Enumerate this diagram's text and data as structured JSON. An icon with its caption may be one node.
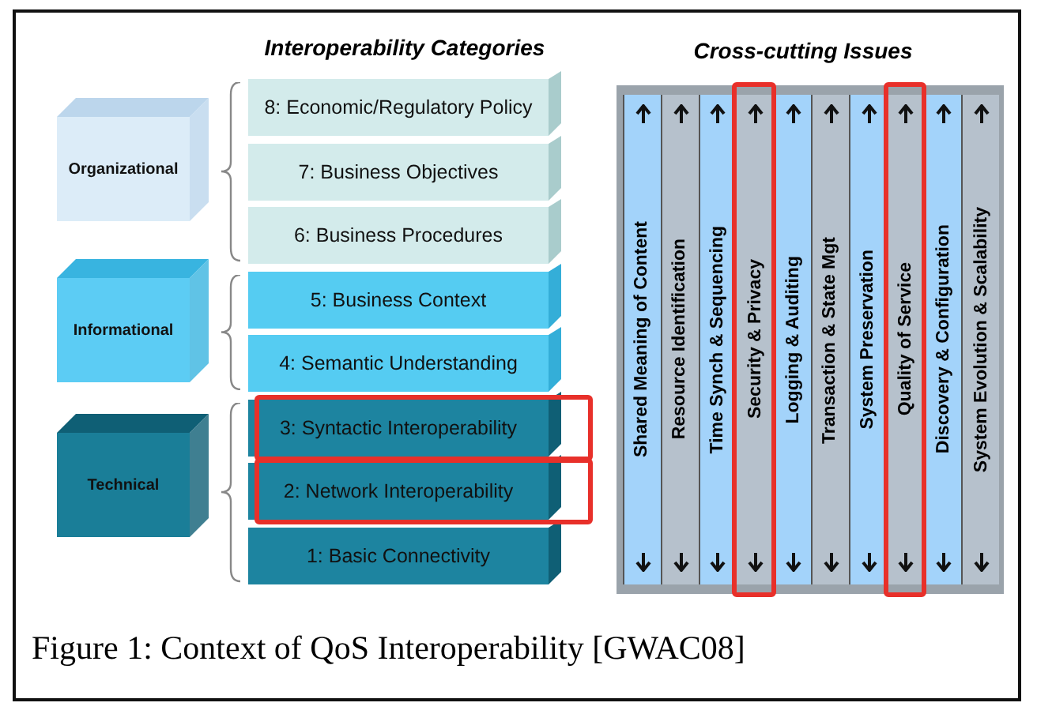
{
  "diagram": {
    "caption": "Figure 1: Context of QoS Interoperability [GWAC08]",
    "nodes": [
      {
        "text": [
          "Organizational"
        ]
      },
      {
        "text": [
          "Informational"
        ]
      },
      {
        "text": [
          "Technical"
        ]
      },
      {
        "text": [
          "8: Economic/Regulatory Policy"
        ]
      },
      {
        "text": [
          "7: Business Objectives"
        ]
      },
      {
        "text": [
          "6: Business Procedures"
        ]
      },
      {
        "text": [
          "5: Business Context"
        ]
      },
      {
        "text": [
          "4: Semantic Understanding"
        ]
      },
      {
        "text": [
          "3: Syntactic Interoperability"
        ]
      },
      {
        "text": [
          "2: Network Interoperability"
        ]
      },
      {
        "text": [
          "1: Basic Connectivity"
        ]
      },
      {
        "text": [
          "Shared Meaning of Content"
        ]
      },
      {
        "text": [
          "Resource Identification"
        ]
      },
      {
        "text": [
          "Time Synch & Sequencing"
        ]
      },
      {
        "text": [
          "Security & Privacy"
        ]
      },
      {
        "text": [
          "Logging & Auditing"
        ]
      },
      {
        "text": [
          "Transaction & State Mgt"
        ]
      },
      {
        "text": [
          "System Preservation"
        ]
      },
      {
        "text": [
          "Quality of Service"
        ]
      },
      {
        "text": [
          "Discovery & Configuration"
        ]
      },
      {
        "text": [
          "System Evolution & Scalability"
        ]
      }
    ],
    "edges": [],
    "labels": [
      "Interoperability Categories",
      "Cross-cutting Issues"
    ]
  }
}
